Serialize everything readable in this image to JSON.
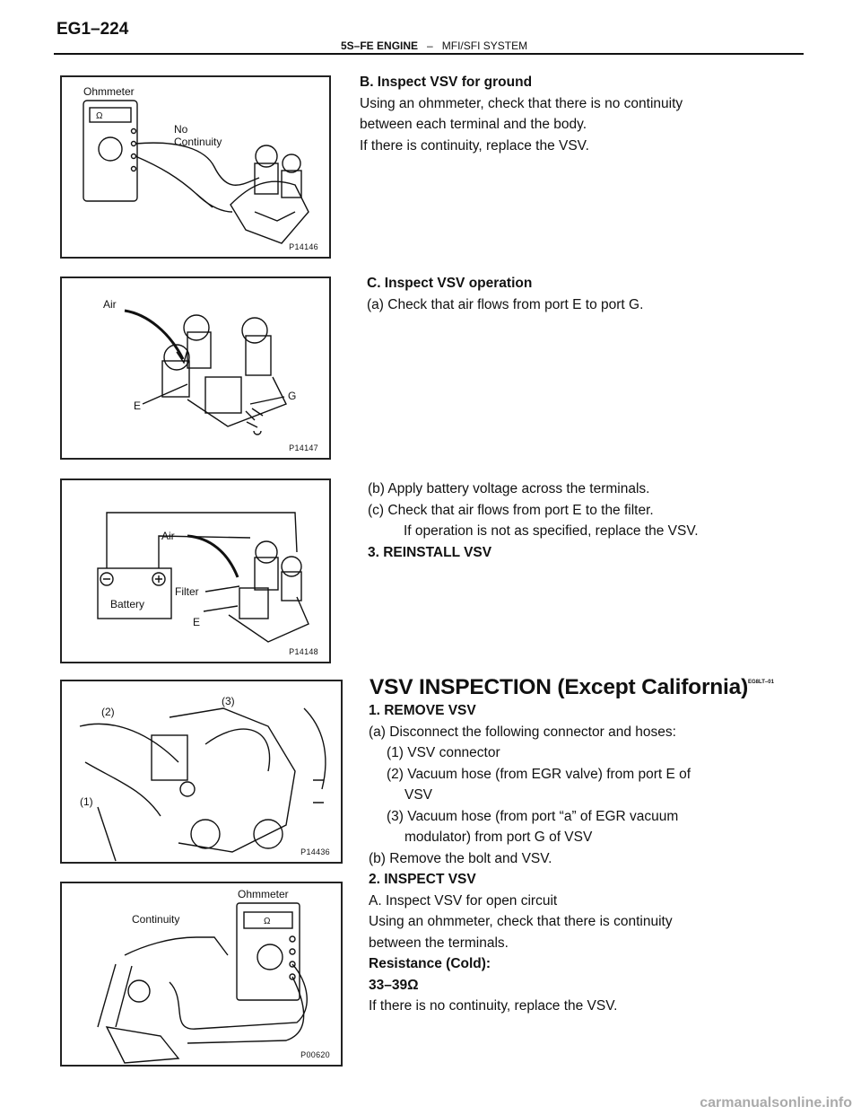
{
  "header": {
    "page_number": "EG1–224",
    "engine": "5S–FE ENGINE",
    "separator": "–",
    "system": "MFI/SFI SYSTEM"
  },
  "figures": [
    {
      "id": "P14146",
      "labels": {
        "meter": "Ohmmeter",
        "note1": "No",
        "note2": "Continuity"
      }
    },
    {
      "id": "P14147",
      "labels": {
        "air": "Air",
        "port_e": "E",
        "port_g": "G"
      }
    },
    {
      "id": "P14148",
      "labels": {
        "air": "Air",
        "filter": "Filter",
        "port_e": "E",
        "battery": "Battery"
      }
    },
    {
      "id": "P14436",
      "labels": {
        "c1": "(1)",
        "c2": "(2)",
        "c3": "(3)"
      }
    },
    {
      "id": "P00620",
      "labels": {
        "meter": "Ohmmeter",
        "note": "Continuity"
      }
    }
  ],
  "section_b": {
    "title": "B. Inspect VSV for ground",
    "lines": [
      "Using an ohmmeter, check that there is no continuity",
      "between each terminal and the body.",
      "If there is continuity, replace the VSV."
    ]
  },
  "section_c": {
    "title": "C. Inspect VSV operation",
    "line_a": "(a) Check that air flows from port E to port G."
  },
  "section_c2": {
    "line_b": "(b) Apply battery voltage across the terminals.",
    "line_c": "(c) Check that air flows from port E to the filter.",
    "note": "If operation is not as specified, replace the VSV.",
    "step3": "3. REINSTALL VSV"
  },
  "vsv_section": {
    "title": "VSV INSPECTION (Except California)",
    "code": "EG8LT–01",
    "step1": "1. REMOVE VSV",
    "a": "(a) Disconnect the following connector and hoses:",
    "i1": "(1) VSV connector",
    "i2a": "(2) Vacuum hose (from EGR valve) from port E of",
    "i2b": "VSV",
    "i3a": "(3) Vacuum hose (from port “a” of EGR vacuum",
    "i3b": "modulator) from port G of VSV",
    "b": "(b) Remove the bolt and VSV.",
    "step2": "2. INSPECT VSV",
    "subA": "A. Inspect VSV for open circuit",
    "l1": "Using an ohmmeter, check that there is continuity",
    "l2": "between the terminals.",
    "spec_label": "Resistance (Cold):",
    "spec_value": "33–39Ω",
    "l3": "If there is no continuity, replace the VSV."
  },
  "watermark": "carmanualsonline.info"
}
